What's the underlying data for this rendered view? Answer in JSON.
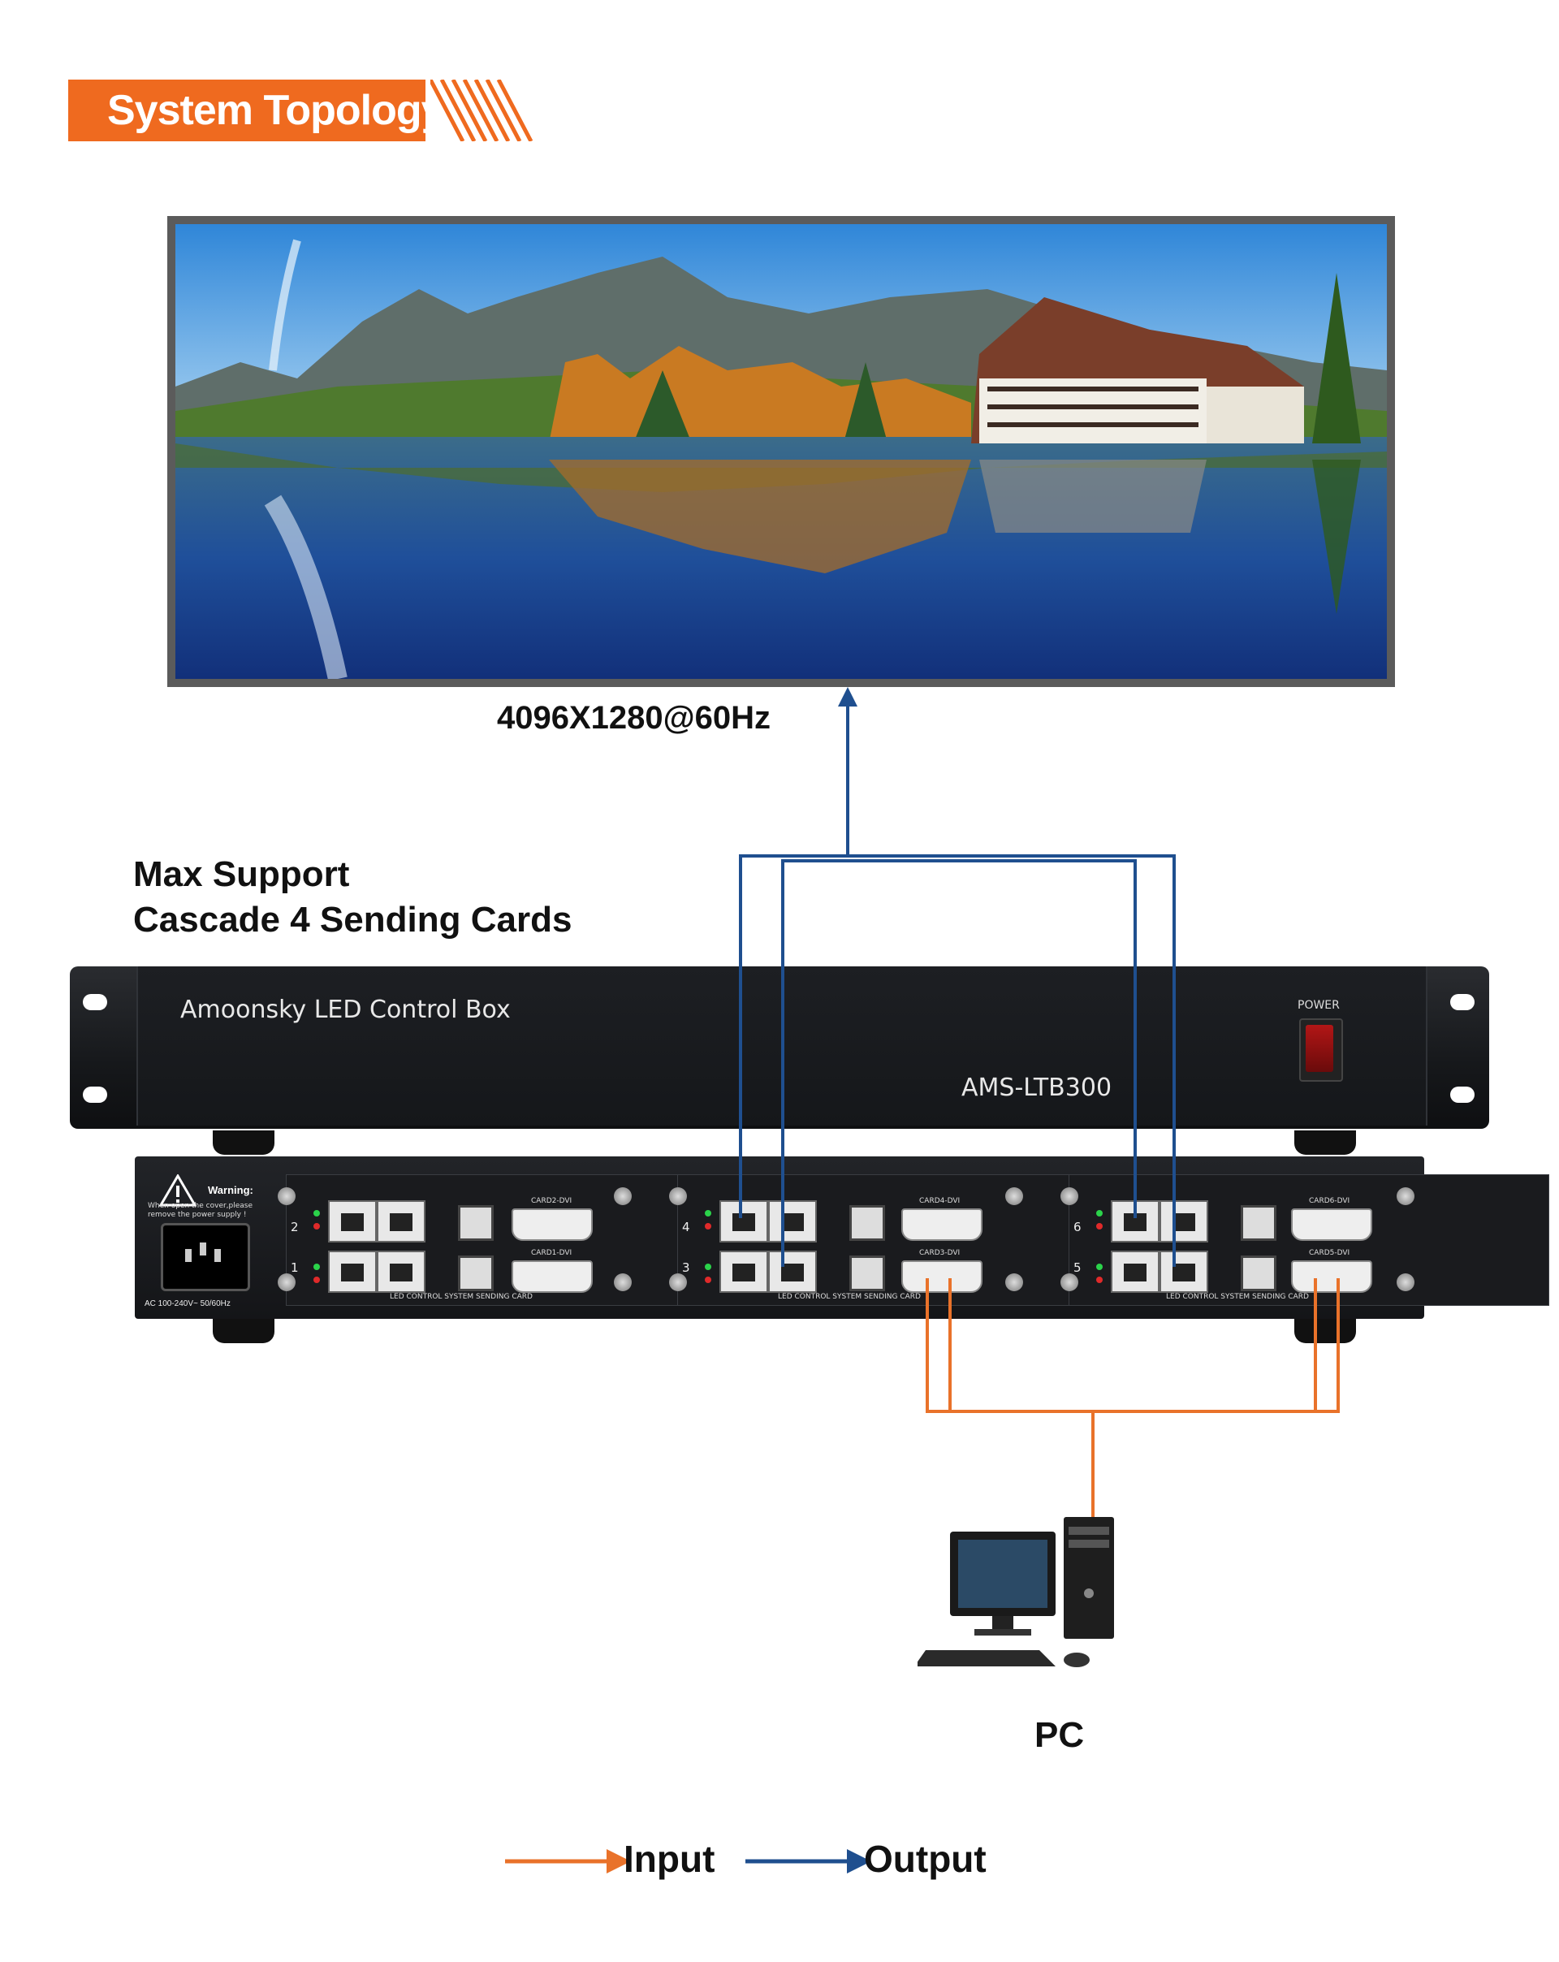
{
  "header": {
    "title": "System Topology",
    "accent_color": "#ef6a1f"
  },
  "screen": {
    "resolution": "4096X1280@60Hz",
    "image": "lake-mountain-hotel-landscape"
  },
  "notes": {
    "line1": "Max Support",
    "line2": "Cascade 4 Sending Cards"
  },
  "front_panel": {
    "brand": "Amoonsky LED Control Box",
    "model": "AMS-LTB300",
    "power_label": "POWER"
  },
  "rear_panel": {
    "warning_title": "Warning:",
    "warning_text": "When open the cover,please remove the power supply !",
    "ac_label": "AC 100-240V~ 50/60Hz",
    "cards": [
      {
        "num_top": "2",
        "num_bottom": "1",
        "dvi_top": "CARD2-DVI",
        "dvi_bottom": "CARD1-DVI",
        "footer": "LED CONTROL SYSTEM SENDING CARD"
      },
      {
        "num_top": "4",
        "num_bottom": "3",
        "dvi_top": "CARD4-DVI",
        "dvi_bottom": "CARD3-DVI",
        "footer": "LED CONTROL SYSTEM SENDING CARD"
      },
      {
        "num_top": "6",
        "num_bottom": "5",
        "dvi_top": "CARD6-DVI",
        "dvi_bottom": "CARD5-DVI",
        "footer": "LED CONTROL SYSTEM SENDING CARD"
      }
    ]
  },
  "pc": {
    "label": "PC"
  },
  "legend": {
    "input_label": "Input",
    "output_label": "Output",
    "input_color": "#e9722a",
    "output_color": "#1f4f8f"
  }
}
